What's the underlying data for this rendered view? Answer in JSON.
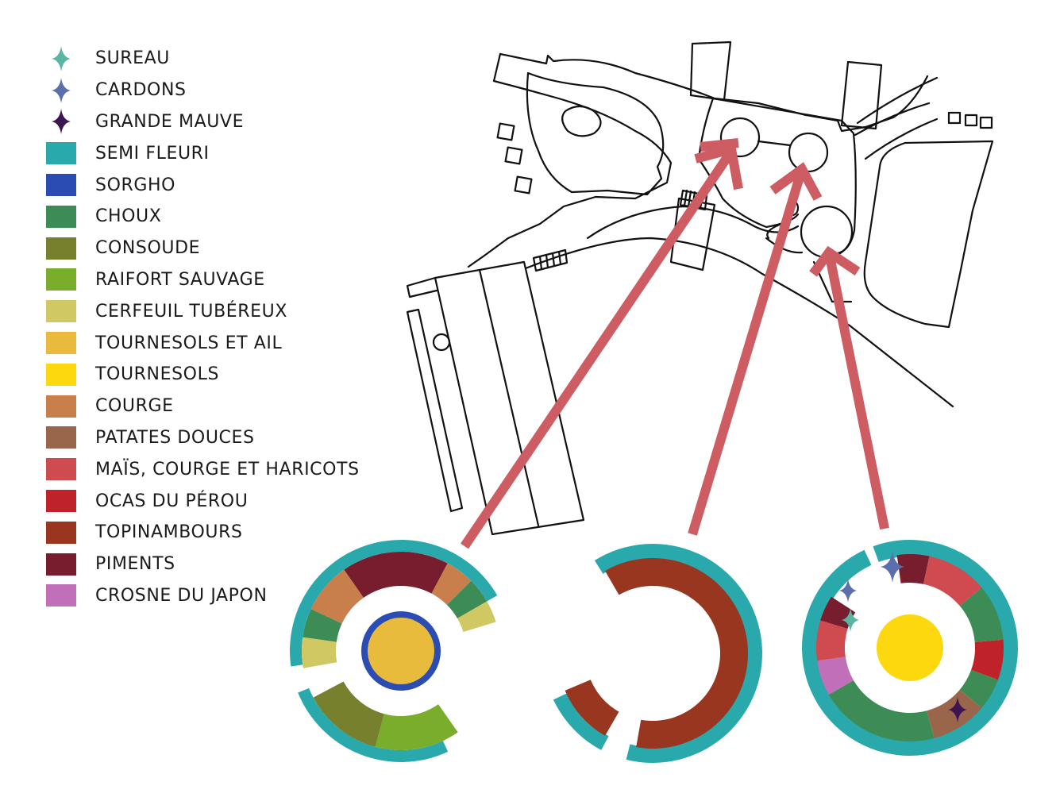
{
  "legend": {
    "markers": [
      {
        "label": "SUREAU",
        "icon": "sureau-star-icon",
        "color": "#5bb5a3"
      },
      {
        "label": "CARDONS",
        "icon": "cardons-star-icon",
        "color": "#5a6fac"
      },
      {
        "label": "GRANDE MAUVE",
        "icon": "grande-mauve-star-icon",
        "color": "#3d1552"
      }
    ],
    "crops": [
      {
        "label": "SEMI FLEURI",
        "color": "#2aa9ad"
      },
      {
        "label": "SORGHO",
        "color": "#2b4db3"
      },
      {
        "label": "CHOUX",
        "color": "#3d8c55"
      },
      {
        "label": "CONSOUDE",
        "color": "#76802d"
      },
      {
        "label": "RAIFORT SAUVAGE",
        "color": "#7aad2c"
      },
      {
        "label": "CERFEUIL TUBÉREUX",
        "color": "#cfc863"
      },
      {
        "label": "TOURNESOLS ET AIL",
        "color": "#e8bb3c"
      },
      {
        "label": "TOURNESOLS",
        "color": "#fdd80f"
      },
      {
        "label": "COURGE",
        "color": "#c87f4c"
      },
      {
        "label": "PATATES DOUCES",
        "color": "#9a664b"
      },
      {
        "label": "MAÏS, COURGE ET HARICOTS",
        "color": "#cf4b50"
      },
      {
        "label": "OCAS DU PÉROU",
        "color": "#bf2329"
      },
      {
        "label": "TOPINAMBOURS",
        "color": "#983620"
      },
      {
        "label": "PIMENTS",
        "color": "#771d2e"
      },
      {
        "label": "CROSNE DU JAPON",
        "color": "#c06fb8"
      }
    ]
  },
  "colors": {
    "arrow": "#cd5c63",
    "map_line": "#111111"
  }
}
